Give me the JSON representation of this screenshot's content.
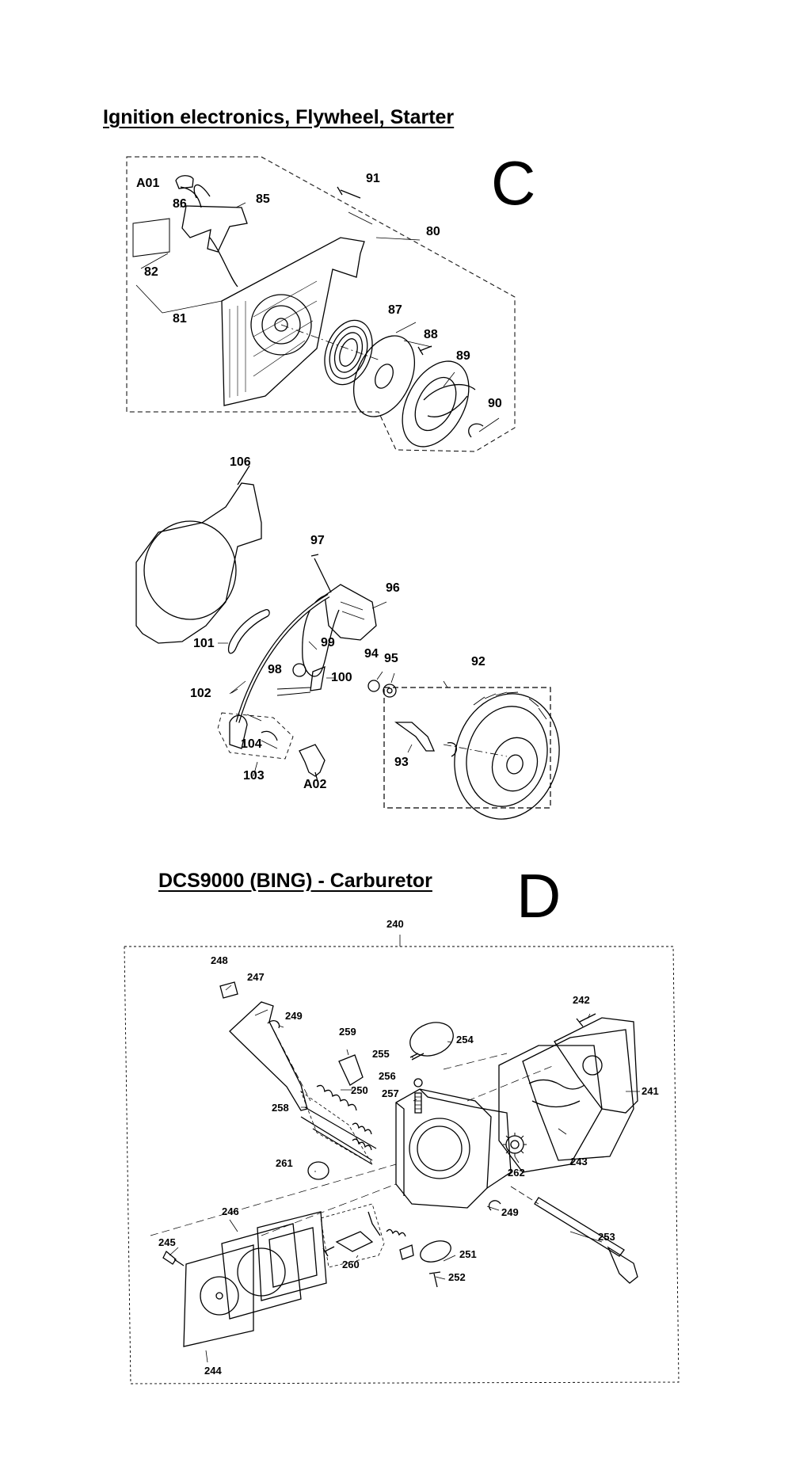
{
  "section_c": {
    "title": "Ignition electronics, Flywheel, Starter",
    "letter": "C",
    "labels": {
      "A01": "A01",
      "86": "86",
      "85": "85",
      "91": "91",
      "80": "80",
      "82": "82",
      "81": "81",
      "87": "87",
      "88": "88",
      "89": "89",
      "90": "90",
      "106": "106",
      "97": "97",
      "96": "96",
      "99": "99",
      "101": "101",
      "98": "98",
      "100": "100",
      "94": "94",
      "95": "95",
      "92": "92",
      "102": "102",
      "104": "104",
      "93": "93",
      "103": "103",
      "A02": "A02"
    }
  },
  "section_d": {
    "title": "DCS9000  (BING)  - Carburetor",
    "letter": "D",
    "labels": {
      "240": "240",
      "248": "248",
      "247": "247",
      "249a": "249",
      "242": "242",
      "259": "259",
      "254": "254",
      "255": "255",
      "256": "256",
      "257": "257",
      "250": "250",
      "241": "241",
      "258": "258",
      "261": "261",
      "262": "262",
      "243": "243",
      "246": "246",
      "249b": "249",
      "245": "245",
      "253": "253",
      "251": "251",
      "260": "260",
      "252": "252",
      "244": "244"
    }
  }
}
